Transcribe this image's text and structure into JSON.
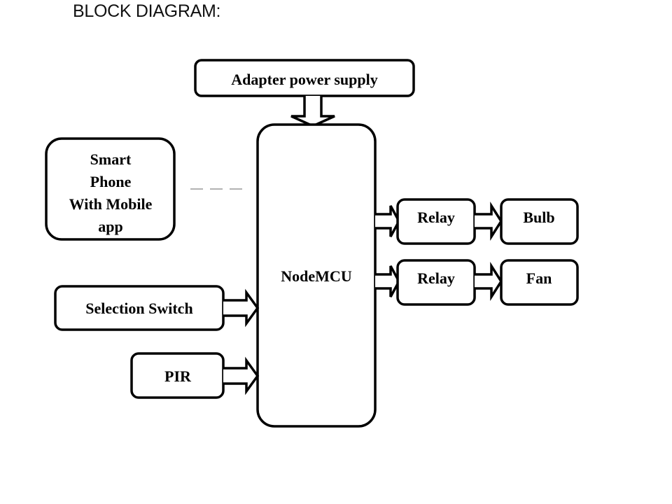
{
  "title": "BLOCK DIAGRAM:",
  "blocks": {
    "adapter": "Adapter  power supply",
    "smartphone": [
      "Smart",
      "Phone",
      "With Mobile",
      "app"
    ],
    "selection_switch": "Selection Switch",
    "pir": "PIR",
    "nodemcu": "NodeMCU",
    "relay1": "Relay",
    "relay2": "Relay",
    "bulb": "Bulb",
    "fan": "Fan"
  },
  "connections": [
    {
      "from": "Adapter  power supply",
      "to": "NodeMCU",
      "style": "block-arrow"
    },
    {
      "from": "Smart Phone With Mobile app",
      "to": "NodeMCU",
      "style": "dashed (wireless)"
    },
    {
      "from": "Selection Switch",
      "to": "NodeMCU",
      "style": "block-arrow"
    },
    {
      "from": "PIR",
      "to": "NodeMCU",
      "style": "block-arrow"
    },
    {
      "from": "NodeMCU",
      "to": "Relay",
      "style": "block-arrow"
    },
    {
      "from": "NodeMCU",
      "to": "Relay",
      "style": "block-arrow"
    },
    {
      "from": "Relay",
      "to": "Bulb",
      "style": "block-arrow"
    },
    {
      "from": "Relay",
      "to": "Fan",
      "style": "block-arrow"
    }
  ]
}
